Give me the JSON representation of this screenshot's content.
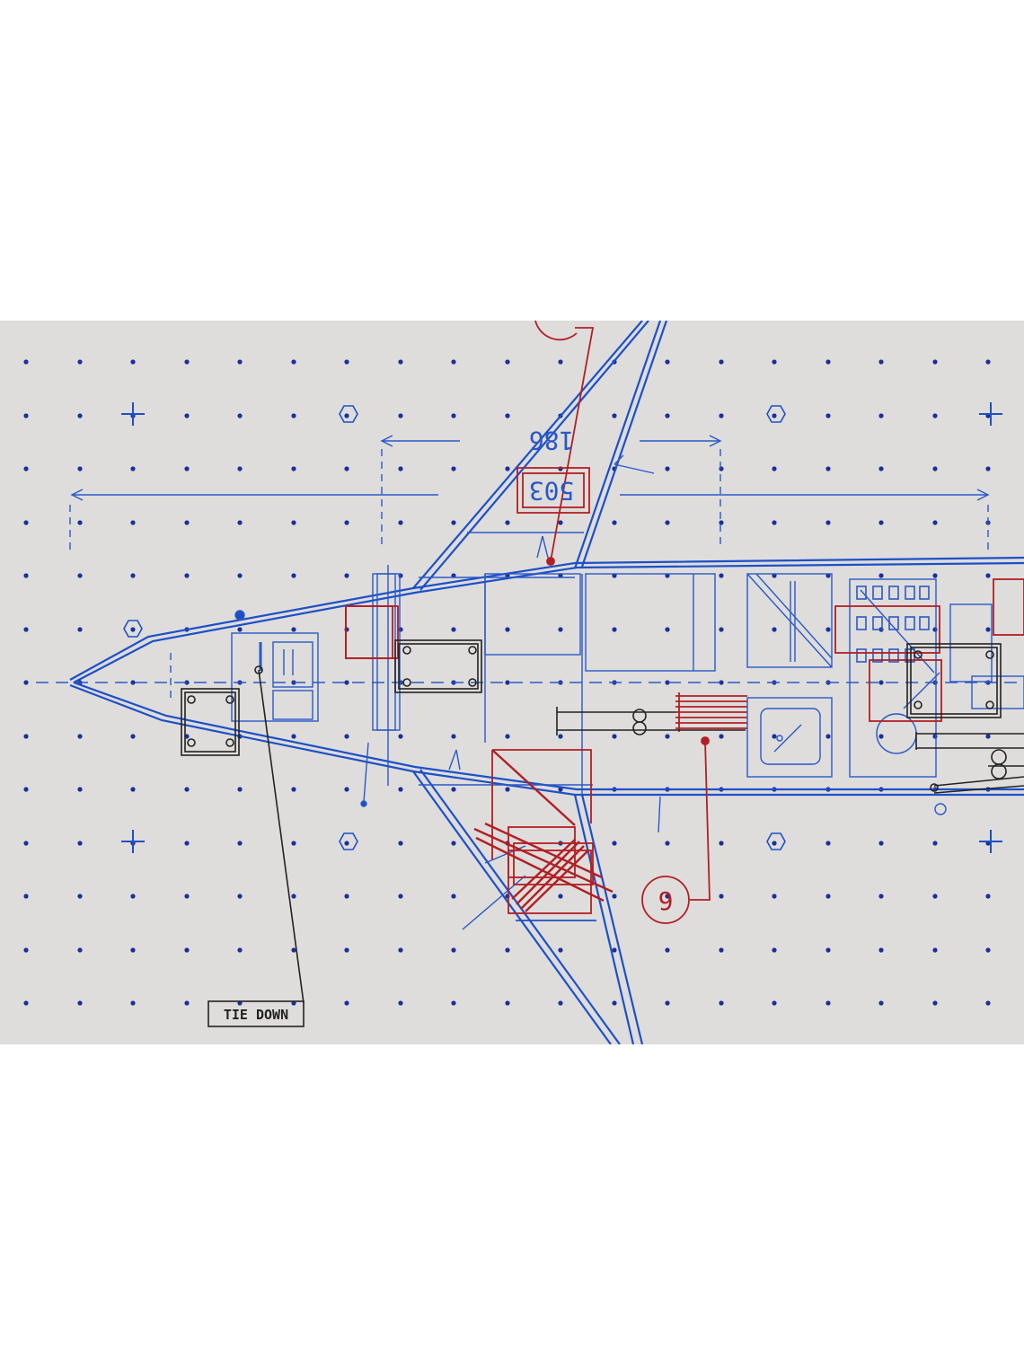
{
  "drawing": {
    "labels": {
      "callout_top": "",
      "callout_bottom": "9",
      "dimension_number": "186",
      "boxed_number": "503",
      "tie_down": "TIE DOWN"
    },
    "colors": {
      "paper": "#dedddb",
      "background": "#ffffff",
      "blue_ink": "#1d50c8",
      "red_ink": "#b21f24",
      "black_ink": "#222222",
      "dot_blue": "#1a2f9a"
    }
  }
}
